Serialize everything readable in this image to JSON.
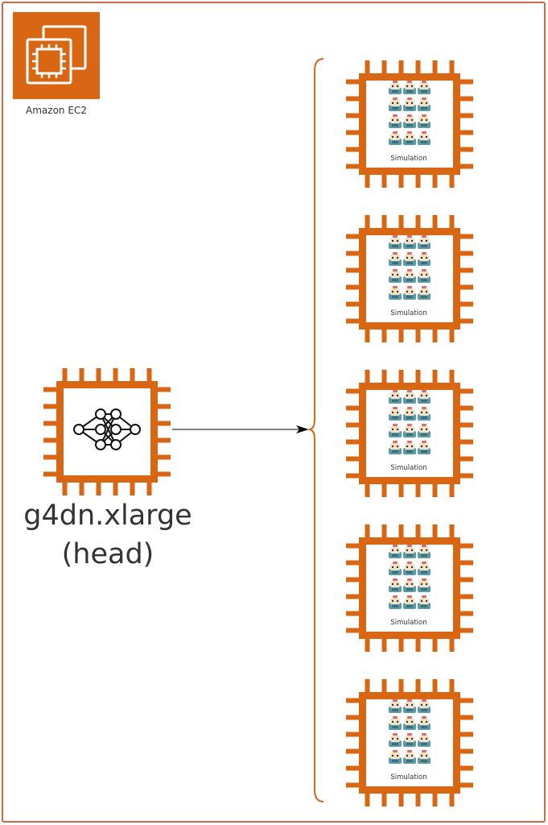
{
  "colors": {
    "accent": "#D86613",
    "frame": "#C86A4A",
    "text": "#333333",
    "robot_body": "#5B9AA8",
    "robot_head": "#F2E3C7",
    "robot_hat": "#D96B6B"
  },
  "ec2_badge": {
    "label": "Amazon EC2",
    "icon": "ec2-chip-icon"
  },
  "head_node": {
    "instance_type": "g4dn.xlarge",
    "role": "(head)",
    "icon": "neural-network-icon"
  },
  "simulation_nodes": [
    {
      "label": "Simulation",
      "icon": "robot-grid-icon"
    },
    {
      "label": "Simulation",
      "icon": "robot-grid-icon"
    },
    {
      "label": "Simulation",
      "icon": "robot-grid-icon"
    },
    {
      "label": "Simulation",
      "icon": "robot-grid-icon"
    },
    {
      "label": "Simulation",
      "icon": "robot-grid-icon"
    }
  ]
}
